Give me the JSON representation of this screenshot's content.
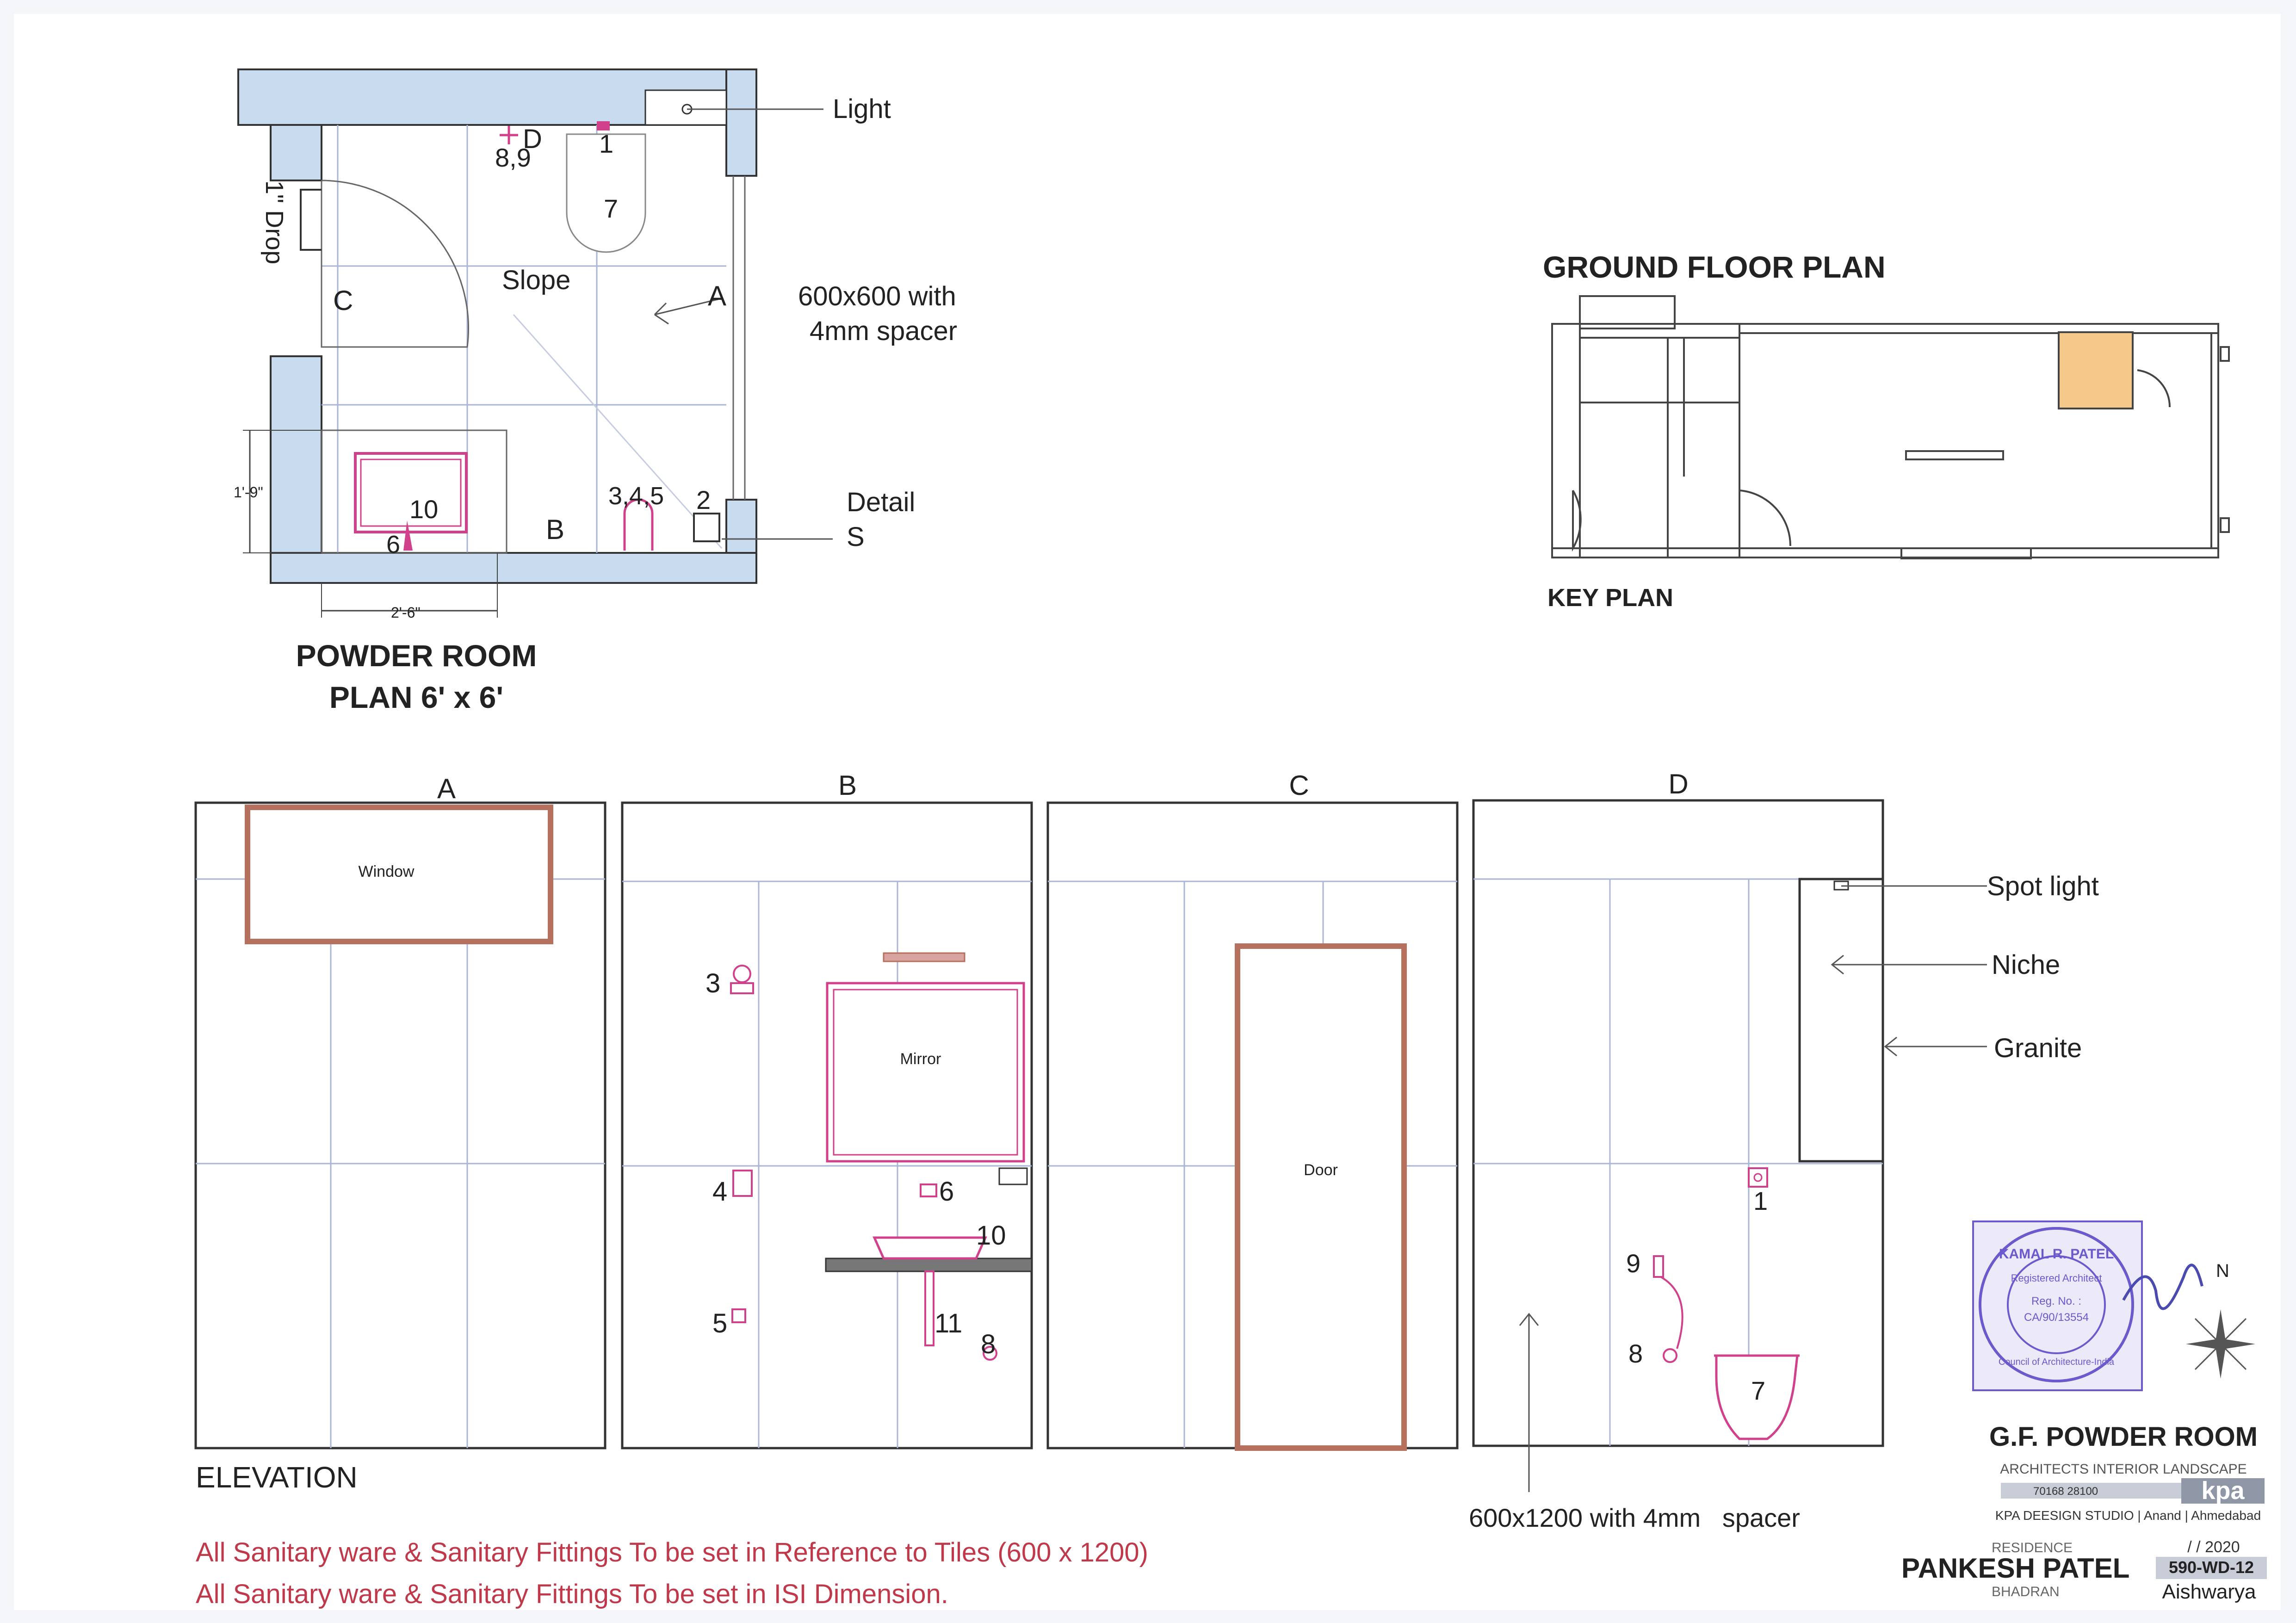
{
  "plan": {
    "title_line1": "POWDER ROOM",
    "title_line2": "PLAN 6' x 6'",
    "labels": {
      "light": "Light",
      "tile_line1": "600x600 with",
      "tile_line2": "4mm spacer",
      "detail_line1": "Detail",
      "detail_line2": "S",
      "drop": "1\" Drop",
      "slope": "Slope",
      "a": "A",
      "b": "B",
      "c": "C",
      "d": "D",
      "n1": "1",
      "n2": "2",
      "n7": "7",
      "n89": "8,9",
      "n345": "3,4,5",
      "n6": "6",
      "n10": "10",
      "dim_side": "1'-9\"",
      "dim_bottom": "2'-6\""
    }
  },
  "ground_floor": {
    "title": "GROUND FLOOR PLAN",
    "key_plan": "KEY PLAN",
    "highlight_color": "#f4c98a"
  },
  "elevations": {
    "a": {
      "header": "A",
      "window": "Window"
    },
    "b": {
      "header": "B",
      "mirror": "Mirror",
      "n3": "3",
      "n4": "4",
      "n5": "5",
      "n6": "6",
      "n8": "8",
      "n10": "10",
      "n11": "11"
    },
    "c": {
      "header": "C",
      "door": "Door"
    },
    "d": {
      "header": "D",
      "n1": "1",
      "n7": "7",
      "n8": "8",
      "n9": "9",
      "spot_light": "Spot light",
      "niche": "Niche",
      "granite": "Granite",
      "tile_note": "600x1200 with 4mm   spacer"
    },
    "elevation_label": "ELEVATION"
  },
  "notes": {
    "line1": "All Sanitary ware & Sanitary Fittings To be set in Reference to Tiles (600 x 1200)",
    "line2": "All Sanitary ware & Sanitary Fittings To be set in ISI Dimension.",
    "color": "#c0394b"
  },
  "title_block": {
    "sheet_title": "G.F. POWDER ROOM",
    "firm_tagline": "ARCHITECTS  INTERIOR  LANDSCAPE",
    "phone": "70168 28100",
    "logo": "kpa",
    "studio": "KPA DEESIGN STUDIO | Anand | Ahmedabad",
    "residence_label": "RESIDENCE",
    "date": "/ / 2020",
    "client": "PANKESH PATEL",
    "drawing_no": "590-WD-12",
    "location": "BHADRAN",
    "drawn_by": "Aishwarya",
    "north": "N"
  },
  "stamp": {
    "name": "KAMAL R. PATEL",
    "line1": "Registered Architect",
    "reg": "Reg. No. :",
    "reg_no": "CA/90/13554",
    "council": "Council of Architecture-India",
    "color": "#6a5acd"
  },
  "colors": {
    "wall_fill": "#c9dcef",
    "fixture": "#d1408a",
    "frame": "#b5715e",
    "grid": "#aab6d6"
  }
}
